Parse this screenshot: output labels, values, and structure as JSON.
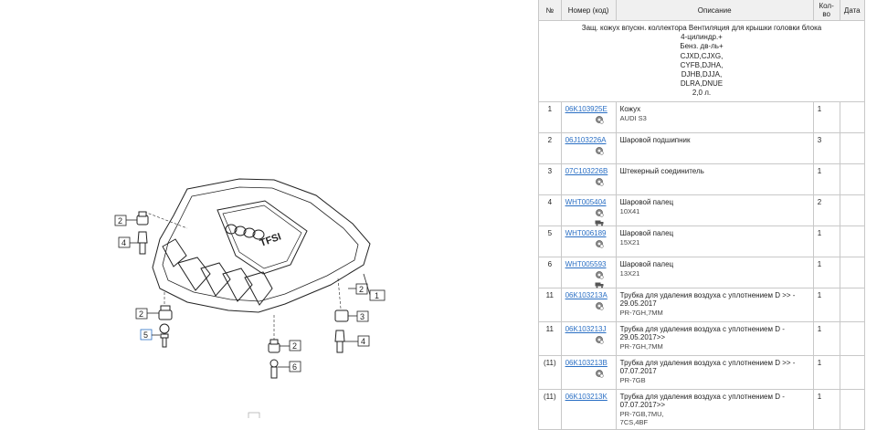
{
  "table": {
    "headers": {
      "num": "№",
      "code": "Номер (код)",
      "desc": "Описание",
      "qty": "Кол-во",
      "date": "Дата"
    },
    "group_lines": [
      "Защ. кожух впускн. коллектора Вентиляция для крышки головки блока",
      "4-цилиндр.+",
      "Бенз. дв-ль+",
      "CJXD,CJXG,",
      "CYFB,DJHA,",
      "DJHB,DJJA,",
      "DLRA,DNUE",
      "2,0 л."
    ],
    "rows": [
      {
        "num": "1",
        "code": "06K103925E",
        "desc": "Кожух",
        "sub": "AUDI S3",
        "qty": "1",
        "date": "",
        "icons": [
          "gear-icon"
        ]
      },
      {
        "num": "2",
        "code": "06J103226A",
        "desc": "Шаровой подшипник",
        "sub": "",
        "qty": "3",
        "date": "",
        "icons": [
          "gear-icon"
        ]
      },
      {
        "num": "3",
        "code": "07C103226B",
        "desc": "Штекерный соединитель",
        "sub": "",
        "qty": "1",
        "date": "",
        "icons": [
          "gear-icon"
        ]
      },
      {
        "num": "4",
        "code": "WHT005404",
        "desc": "Шаровой палец",
        "sub": "10X41",
        "qty": "2",
        "date": "",
        "icons": [
          "gear-icon",
          "truck-icon"
        ]
      },
      {
        "num": "5",
        "code": "WHT006189",
        "desc": "Шаровой палец",
        "sub": "15X21",
        "qty": "1",
        "date": "",
        "icons": [
          "gear-icon"
        ]
      },
      {
        "num": "6",
        "code": "WHT005593",
        "desc": "Шаровой палец",
        "sub": "13X21",
        "qty": "1",
        "date": "",
        "icons": [
          "gear-icon",
          "truck-icon"
        ]
      },
      {
        "num": "11",
        "code": "06K103213A",
        "desc": "Трубка для удаления воздуха с уплотнением D >> - 29.05.2017",
        "sub": "PR-7GH,7MM",
        "qty": "1",
        "date": "",
        "icons": [
          "gear-icon"
        ]
      },
      {
        "num": "11",
        "code": "06K103213J",
        "desc": "Трубка для удаления воздуха с уплотнением D - 29.05.2017>>",
        "sub": "PR-7GH,7MM",
        "qty": "1",
        "date": "",
        "icons": [
          "gear-icon"
        ]
      },
      {
        "num": "(11)",
        "code": "06K103213B",
        "desc": "Трубка для удаления воздуха с уплотнением D >> - 07.07.2017",
        "sub": "PR-7GB",
        "qty": "1",
        "date": "",
        "icons": [
          "gear-icon"
        ]
      },
      {
        "num": "(11)",
        "code": "06K103213K",
        "desc": "Трубка для удаления воздуха с уплотнением D - 07.07.2017>>",
        "sub": "PR-7GB,7MU,\n7CS,4BF",
        "qty": "1",
        "date": "",
        "icons": []
      }
    ]
  },
  "diagram": {
    "cover_logo_text": "TFSI",
    "callouts": [
      "2",
      "4",
      "2",
      "5",
      "2",
      "6",
      "1",
      "2",
      "3",
      "4"
    ]
  },
  "colors": {
    "link": "#2a6fc4",
    "border": "#c8c8c8",
    "header_bg": "#f0f0f0"
  }
}
